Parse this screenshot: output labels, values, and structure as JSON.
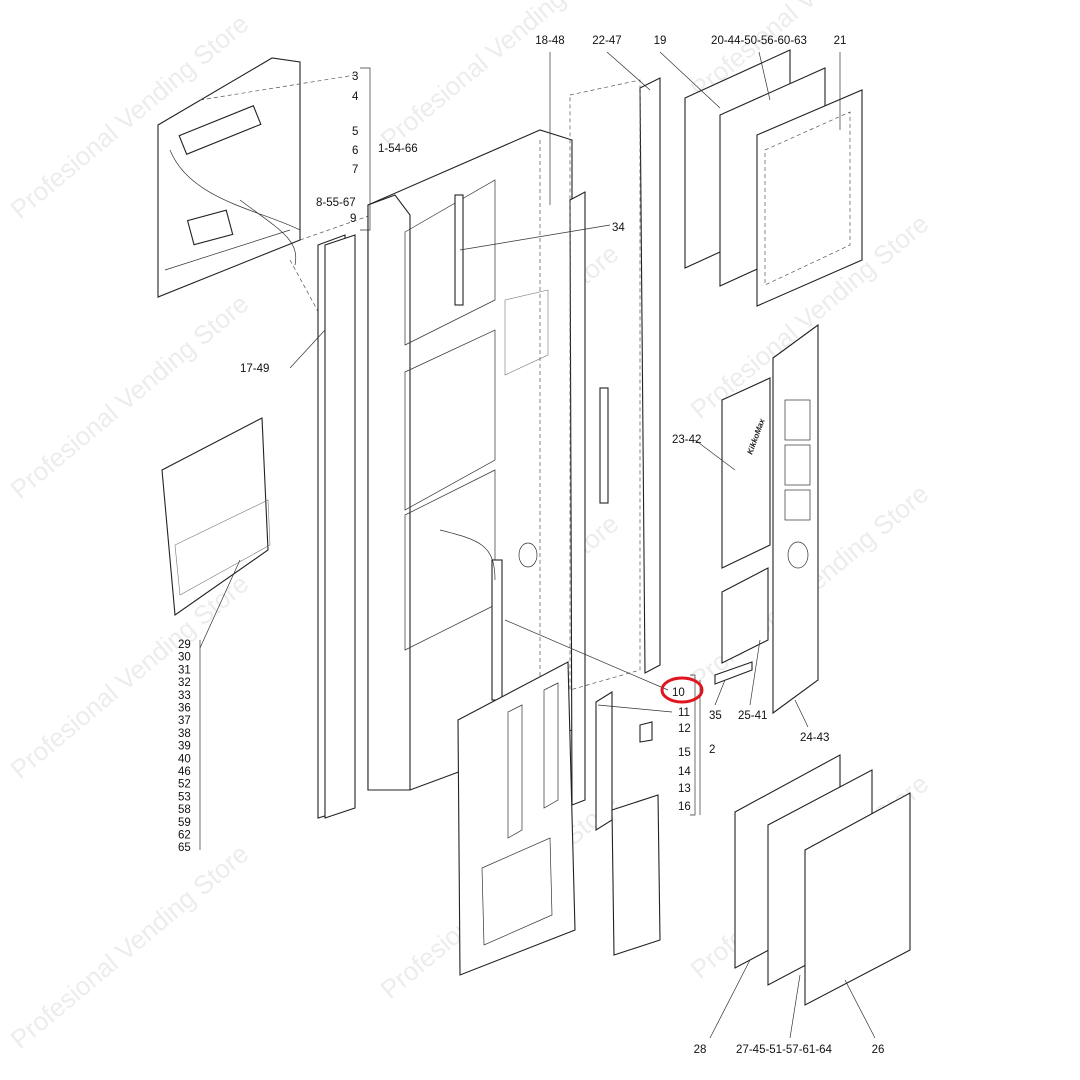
{
  "watermark": "Profesional Vending Store",
  "highlight_color": "#e0141e",
  "highlighted_part": "10",
  "front_logo": "KikkoMax",
  "labels": {
    "top": [
      "18-48",
      "22-47",
      "19",
      "20-44-50-56-60-63",
      "21"
    ],
    "upper_left": [
      "3",
      "4",
      "5",
      "6",
      "7",
      "8-55-67",
      "9"
    ],
    "upper_left_group": "1-54-66",
    "p34": "34",
    "p17_49": "17-49",
    "p23_42": "23-42",
    "left_list": [
      "29",
      "30",
      "31",
      "32",
      "33",
      "36",
      "37",
      "38",
      "39",
      "40",
      "46",
      "52",
      "53",
      "58",
      "59",
      "62",
      "65"
    ],
    "door_parts": [
      "10",
      "11",
      "12",
      "15",
      "14",
      "13",
      "16"
    ],
    "door_group": "2",
    "p35": "35",
    "p25_41": "25-41",
    "p24_43": "24-43",
    "bottom": [
      "28",
      "27-45-51-57-61-64",
      "26"
    ]
  }
}
